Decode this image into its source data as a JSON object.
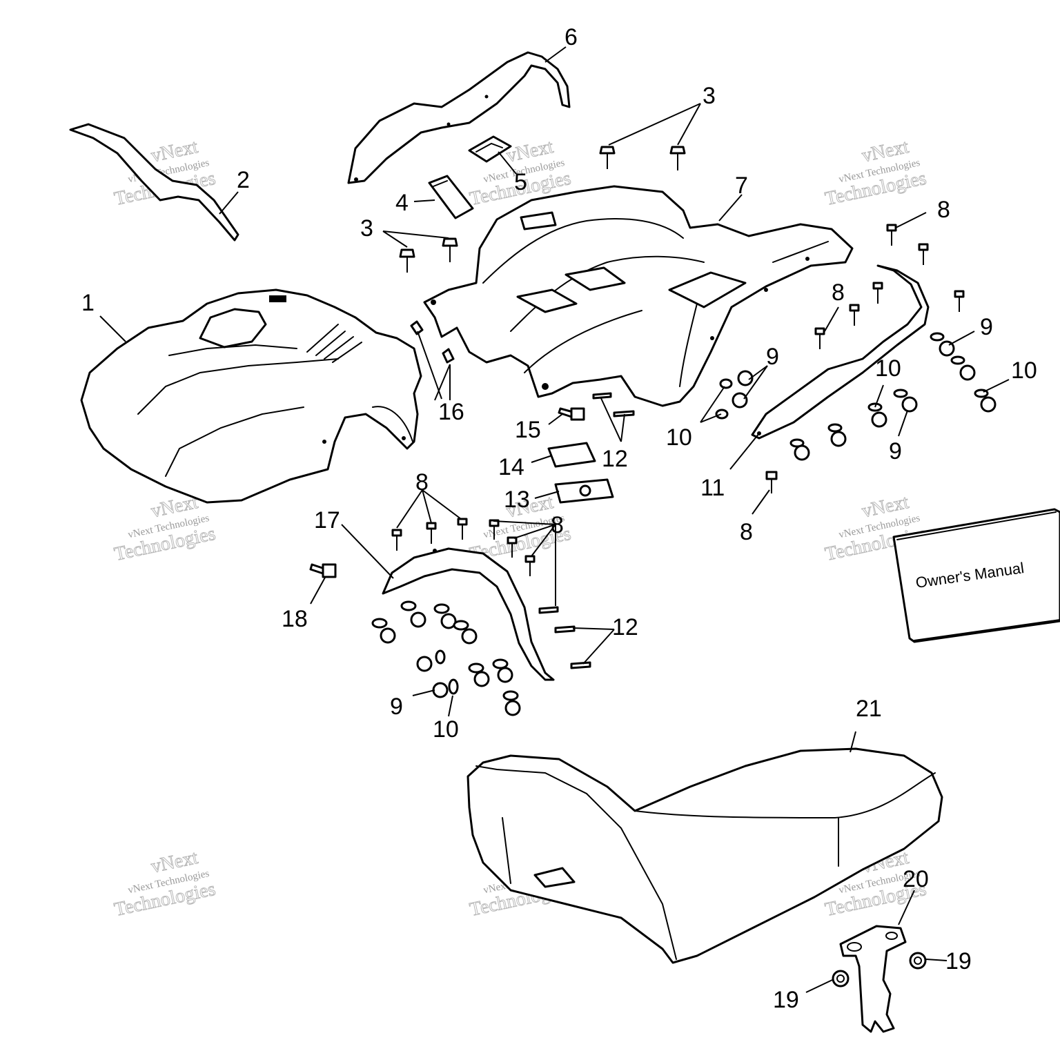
{
  "callouts": {
    "c1": "1",
    "c2": "2",
    "c3a": "3",
    "c3b": "3",
    "c4": "4",
    "c5": "5",
    "c6": "6",
    "c7": "7",
    "c8a": "8",
    "c8b": "8",
    "c8c": "8",
    "c8d": "8",
    "c8e": "8",
    "c9a": "9",
    "c9b": "9",
    "c9c": "9",
    "c9d": "9",
    "c10a": "10",
    "c10b": "10",
    "c10c": "10",
    "c10d": "10",
    "c11": "11",
    "c12a": "12",
    "c12b": "12",
    "c13": "13",
    "c14": "14",
    "c15": "15",
    "c16": "16",
    "c17": "17",
    "c18": "18",
    "c19a": "19",
    "c19b": "19",
    "c20": "20",
    "c21": "21"
  },
  "manual": {
    "title": "Owner's Manual"
  },
  "watermark": {
    "line1": "vNext Technologies",
    "line2": "vNext",
    "line3": "Technologies"
  },
  "colors": {
    "ink": "#000000",
    "watermark": "#9a9a9a",
    "background": "#ffffff"
  }
}
